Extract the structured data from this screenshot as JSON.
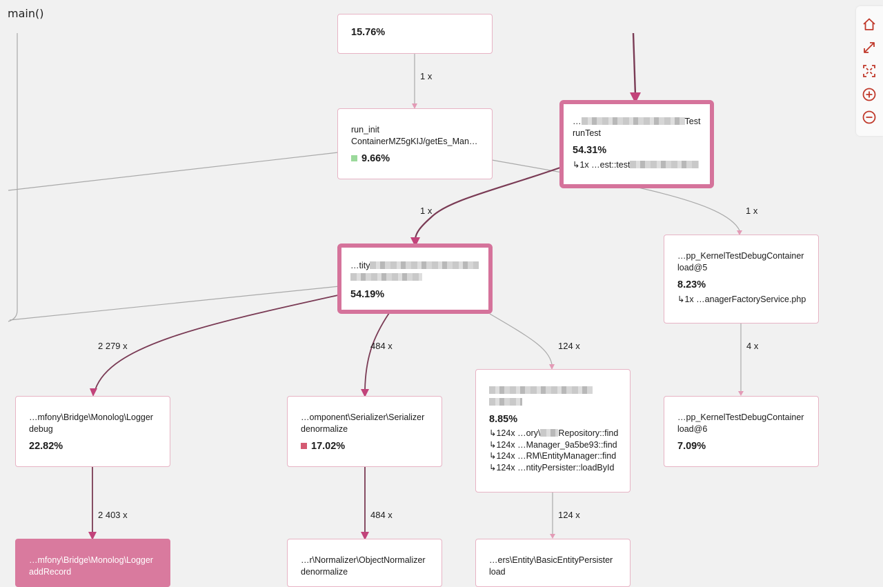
{
  "title": "main()",
  "toolbar": {
    "color": "#c0392b",
    "icons": [
      "home-icon",
      "expand-icon",
      "fit-icon",
      "zoom-in-icon",
      "zoom-out-icon"
    ]
  },
  "colors": {
    "hot_border": "#d5739b",
    "node_border": "#e7b3c4",
    "edge_strong": "#7a3b55",
    "edge_light": "#e39bb6",
    "edge_gray": "#a9a9a9",
    "swatch_green": "#9bd99b",
    "swatch_red": "#d45a72"
  },
  "nodes": {
    "top": {
      "pct": "15.76%"
    },
    "run_init": {
      "line1": "run_init",
      "line2": "ContainerMZ5gKIJ/getEs_Man…",
      "pct": "9.66%"
    },
    "runtest": {
      "line1_prefix": "…",
      "line2": "runTest",
      "pct": "54.31%",
      "call_count": "↳1x",
      "call_prefix": "…est::test"
    },
    "entity": {
      "line1_prefix": "…tity",
      "pct": "54.19%"
    },
    "kernel5": {
      "line1": "…pp_KernelTestDebugContainer",
      "line2": "load@5",
      "pct": "8.23%",
      "call_count": "↳1x",
      "call_name": "…anagerFactoryService.php"
    },
    "logger_debug": {
      "line1": "…mfony\\Bridge\\Monolog\\Logger",
      "line2": "debug",
      "pct": "22.82%"
    },
    "serializer": {
      "line1": "…omponent\\Serializer\\Serializer",
      "line2": "denormalize",
      "pct": "17.02%"
    },
    "repo": {
      "pct": "8.85%",
      "calls": [
        {
          "count": "↳124x",
          "name_a": "…ory\\",
          "name_b": "Repository::find"
        },
        {
          "count": "↳124x",
          "name": "…Manager_9a5be93::find"
        },
        {
          "count": "↳124x",
          "name": "…RM\\EntityManager::find"
        },
        {
          "count": "↳124x",
          "name": "…ntityPersister::loadById"
        }
      ]
    },
    "kernel6": {
      "line1": "…pp_KernelTestDebugContainer",
      "line2": "load@6",
      "pct": "7.09%"
    },
    "logger_add": {
      "line1": "…mfony\\Bridge\\Monolog\\Logger",
      "line2": "addRecord"
    },
    "normalizer": {
      "line1": "…r\\Normalizer\\ObjectNormalizer",
      "line2": "denormalize"
    },
    "persister": {
      "line1": "…ers\\Entity\\BasicEntityPersister",
      "line2": "load"
    }
  },
  "edges": {
    "top_to_init": "1 x",
    "runtest_to_entity": "1 x",
    "to_kernel5": "1 x",
    "entity_to_logger": "2 279 x",
    "entity_to_serializer": "484 x",
    "entity_to_repo": "124 x",
    "kernel5_to_kernel6": "4 x",
    "logger_to_add": "2 403 x",
    "serializer_to_normalizer": "484 x",
    "repo_to_persister": "124 x"
  }
}
